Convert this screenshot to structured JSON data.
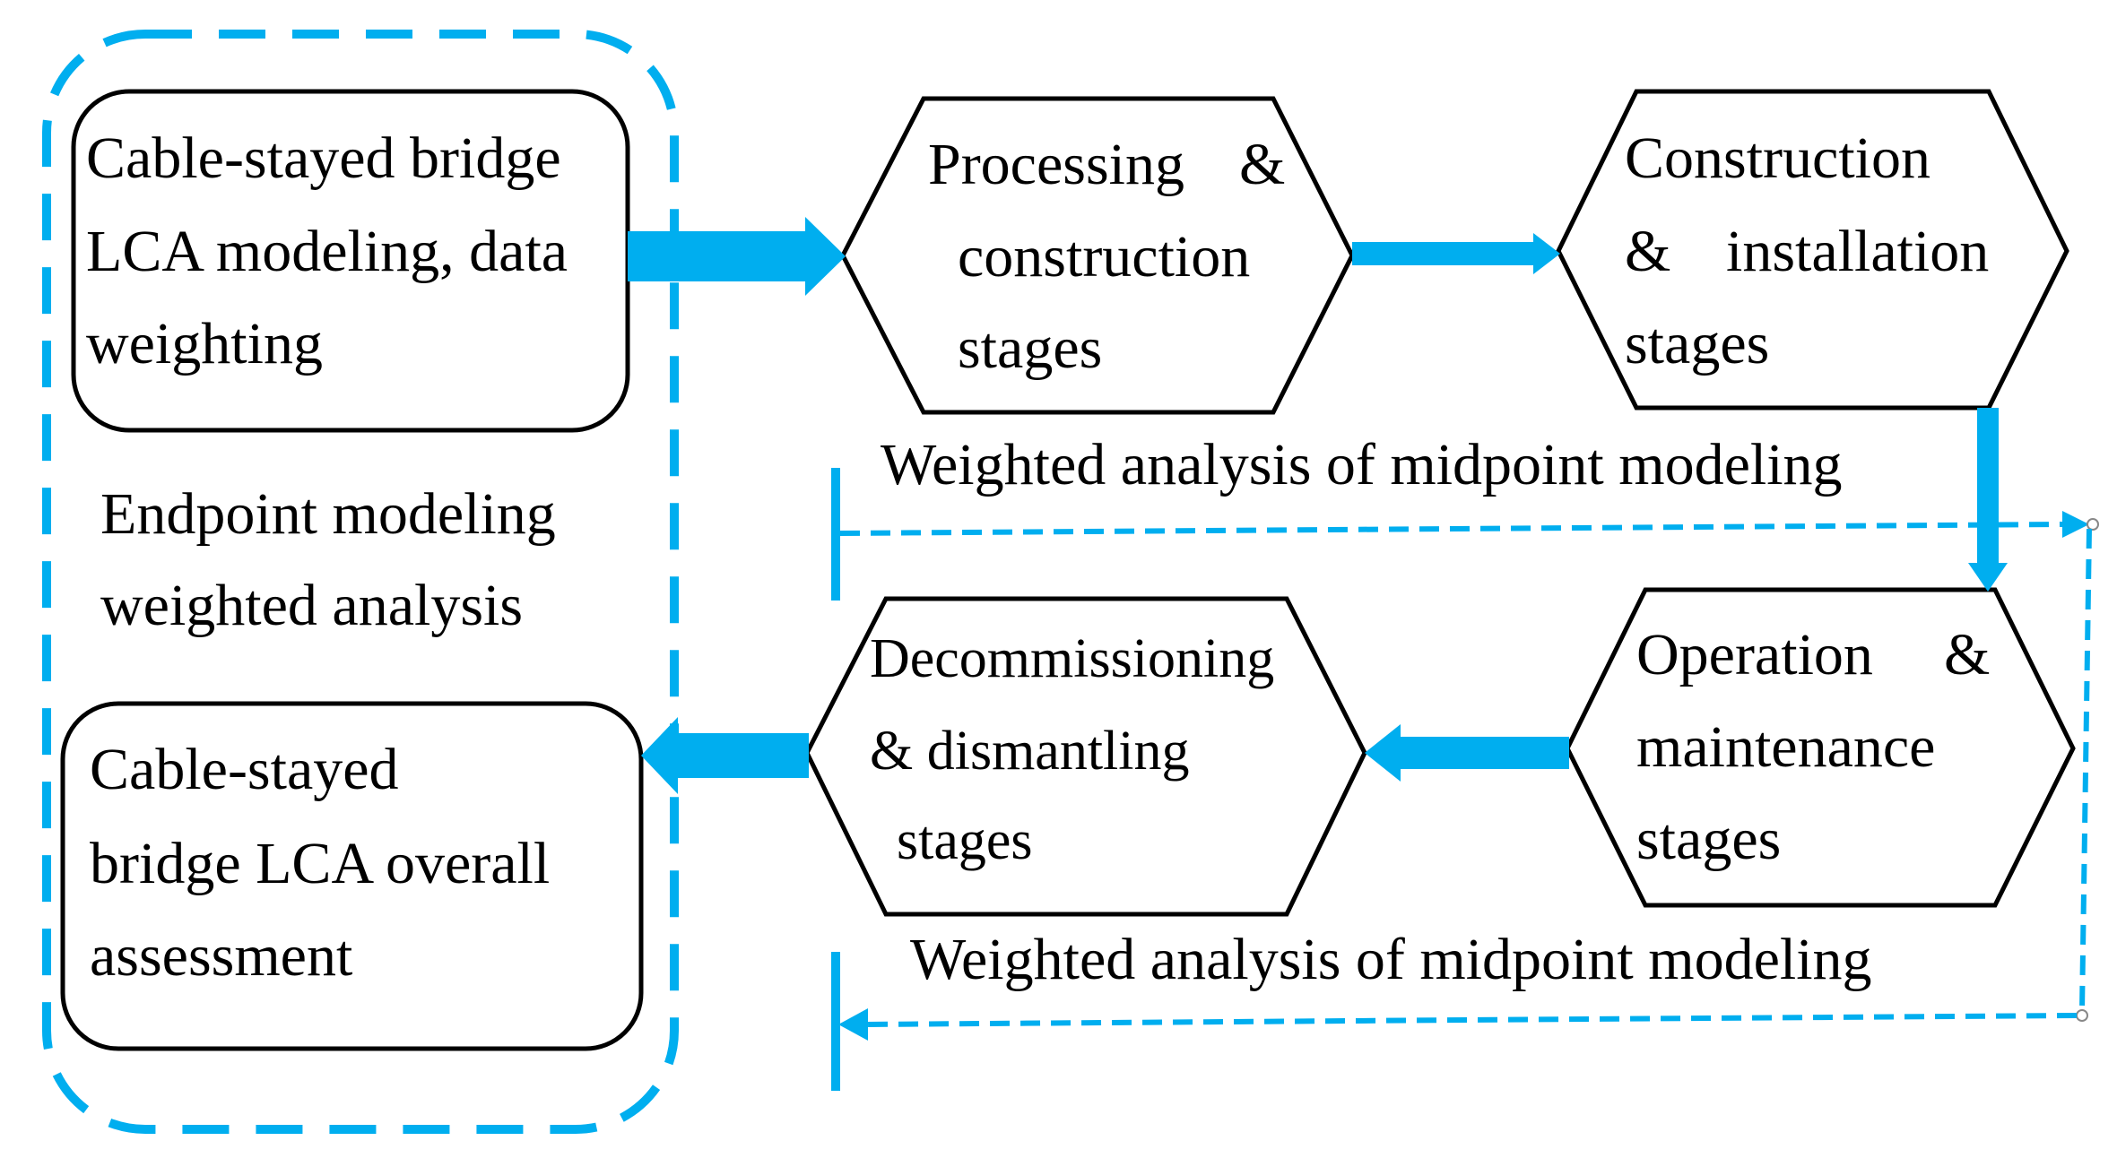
{
  "colors": {
    "accent": "#00AEEF",
    "stroke": "#000000",
    "background": "#FFFFFF"
  },
  "left_panel": {
    "box_top_lines": [
      "Cable-stayed bridge",
      "LCA modeling, data",
      "weighting"
    ],
    "middle_lines": [
      "Endpoint modeling",
      "weighted analysis"
    ],
    "box_bottom_lines": [
      "Cable-stayed",
      "bridge LCA overall",
      "assessment"
    ]
  },
  "stages": {
    "processing": {
      "line1_left": "Processing",
      "line1_right": "&",
      "line2": "construction",
      "line3": "stages"
    },
    "construction": {
      "line1": "Construction",
      "line2_left": "&",
      "line2_right": "installation",
      "line3": "stages"
    },
    "operation": {
      "line1_left": "Operation",
      "line1_right": "&",
      "line2": "maintenance",
      "line3": "stages"
    },
    "decommissioning": {
      "line1": "Decommissioning",
      "line2": "& dismantling",
      "line3": "stages"
    }
  },
  "feedback": {
    "top_label": "Weighted analysis of midpoint modeling",
    "bottom_label": "Weighted analysis of midpoint modeling"
  }
}
